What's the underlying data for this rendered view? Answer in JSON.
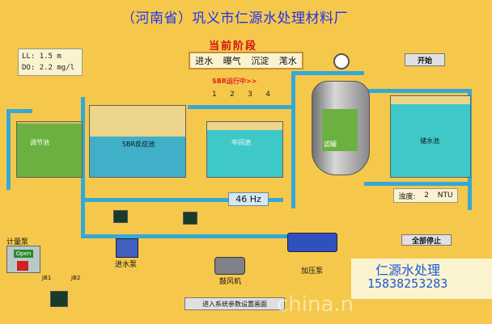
{
  "header": {
    "title": "（河南省）巩义市仁源水处理材料厂"
  },
  "stage": {
    "heading": "当前阶段",
    "items": [
      "进水",
      "曝气",
      "沉淀",
      "滗水"
    ],
    "run_label": "SBR运行中>>",
    "steps": [
      "1",
      "2",
      "3",
      "4"
    ]
  },
  "readout": {
    "ll_label": "LL:",
    "ll_value": "1.5 m",
    "do_label": "DO:",
    "do_value": "2.2 mg/l"
  },
  "tanks": {
    "regulating": "调节池",
    "sbr": "SBR反应池",
    "intermediate": "中间池",
    "filter": "滤罐",
    "storage": "储水池"
  },
  "frequency": {
    "value": "46",
    "unit": "Hz"
  },
  "turbidity": {
    "label": "浊度:",
    "value": "2",
    "unit": "NTU"
  },
  "buttons": {
    "start": "开始",
    "stop_all": "全部停止",
    "settings": "进入系统参数设置画面",
    "open": "Open"
  },
  "labels": {
    "metering_pump": "计量泵",
    "inlet_pump": "进水泵",
    "blower": "鼓风机",
    "booster_pump": "加压泵",
    "jb1": "JB1",
    "jb2": "JB2"
  },
  "brand": {
    "name": "仁源水处理",
    "phone": "15838253283"
  },
  "watermark": "china.n",
  "colors": {
    "background": "#f5c84c",
    "pipe": "#35a8d6",
    "water_green": "#6bb040",
    "water_cyan": "#3fc8c8"
  }
}
